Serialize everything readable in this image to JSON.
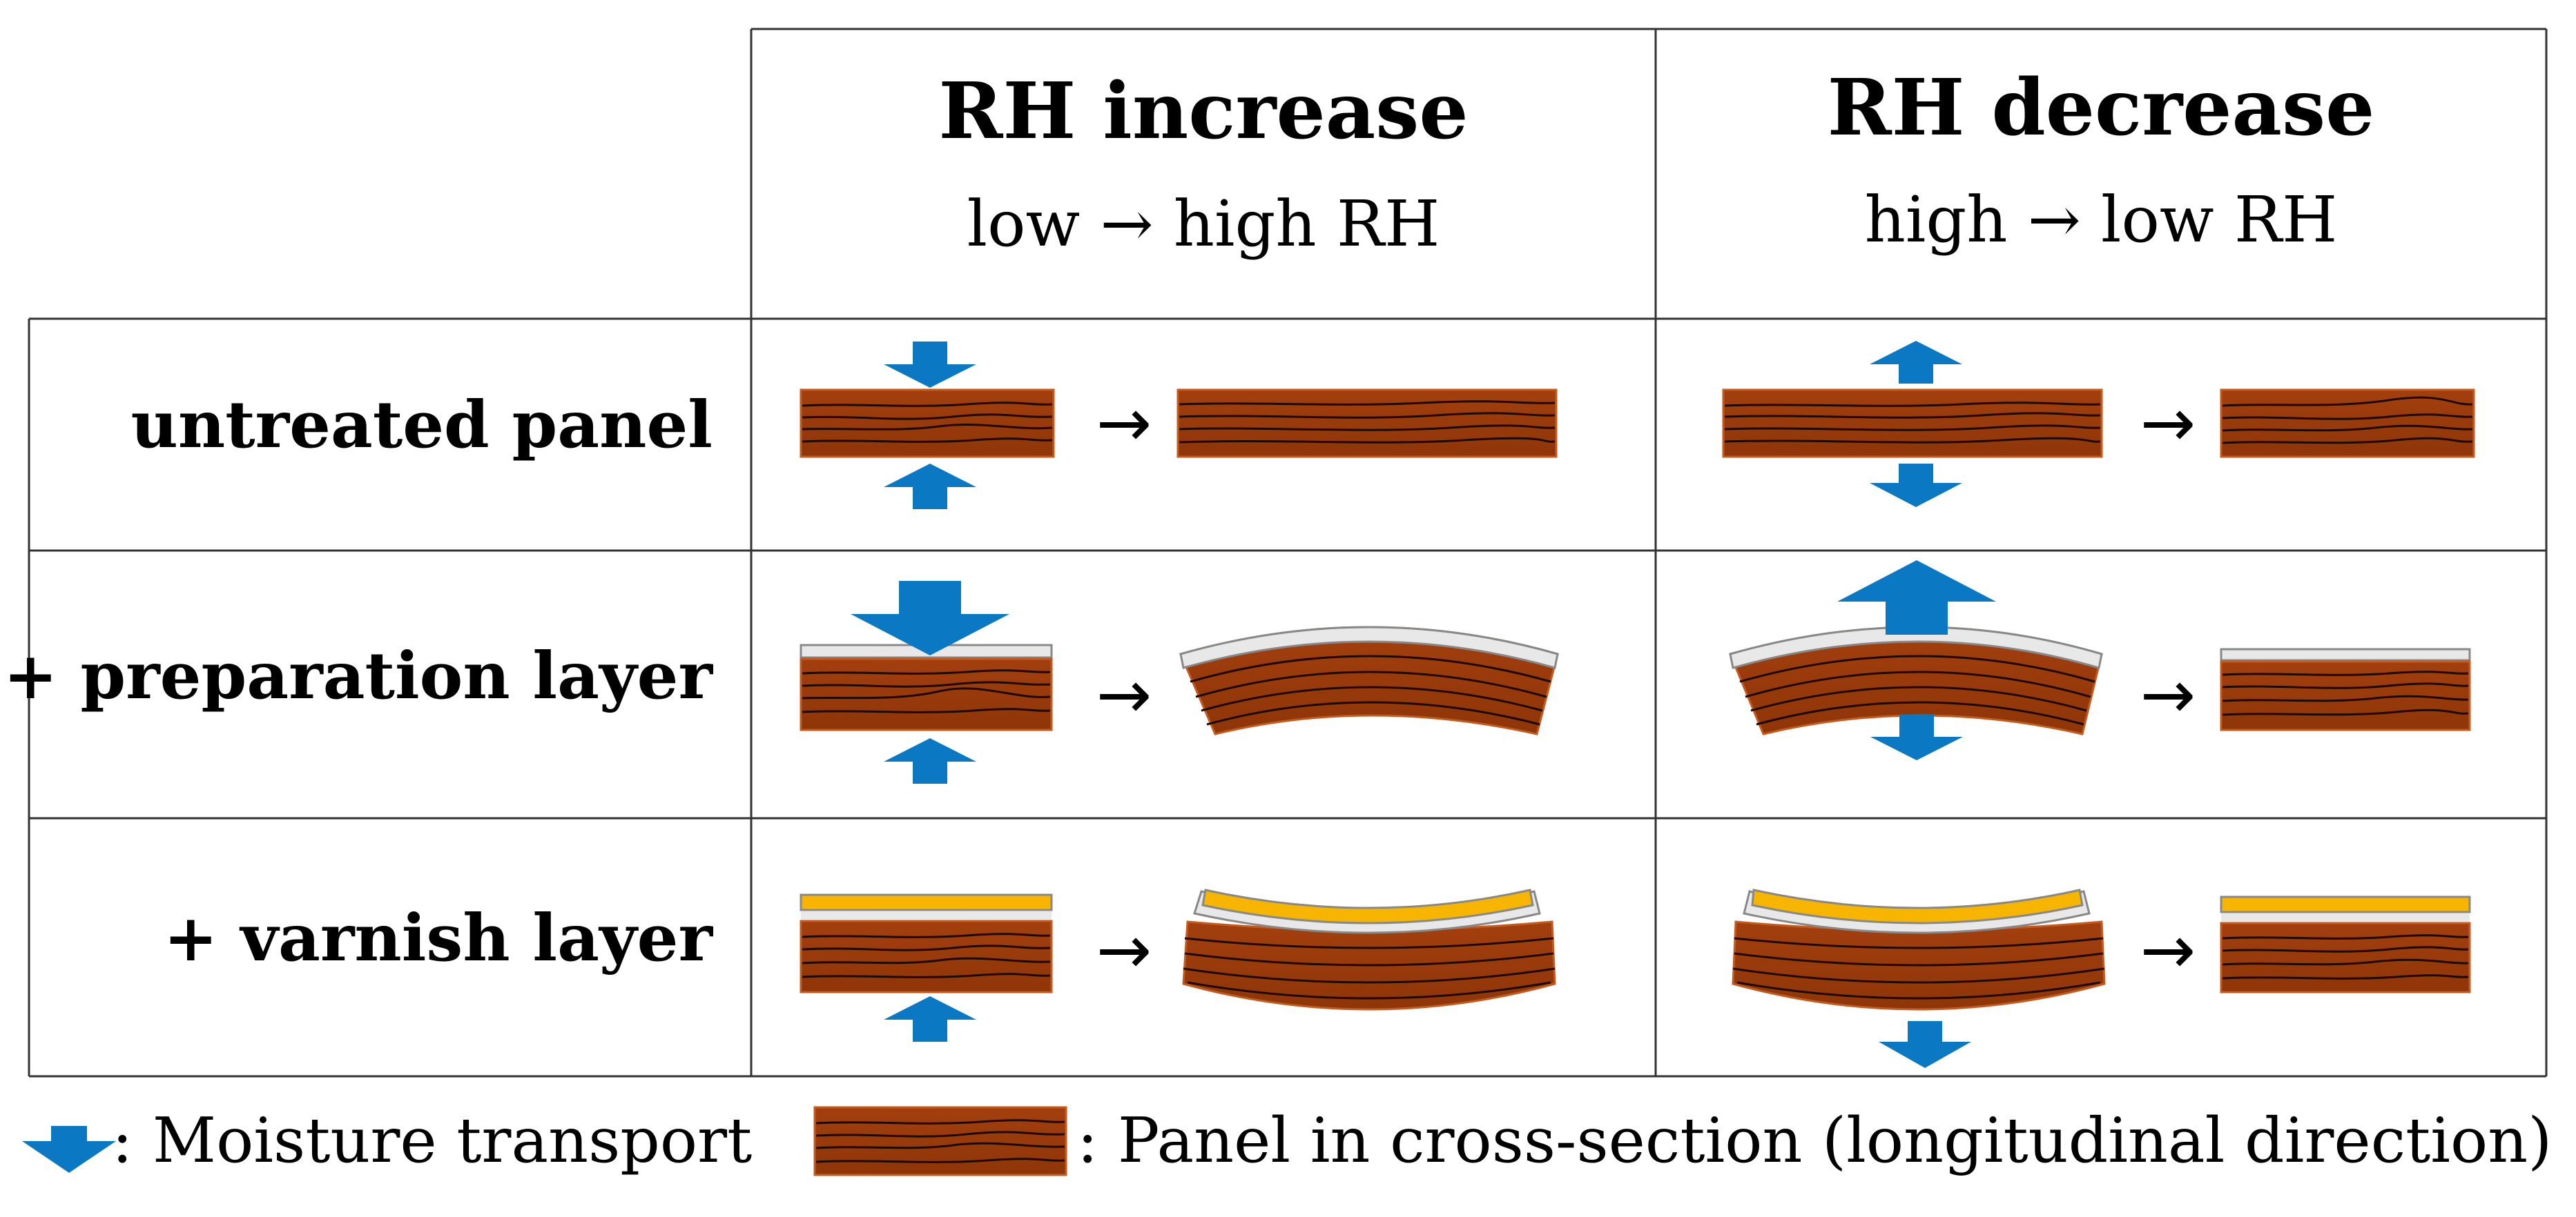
{
  "columns": [
    {
      "title": "RH increase",
      "subtitle": "low → high RH"
    },
    {
      "title": "RH decrease",
      "subtitle": "high → low RH"
    }
  ],
  "rows": [
    {
      "label": "untreated panel"
    },
    {
      "label": "+ preparation layer"
    },
    {
      "label": "+ varnish layer"
    }
  ],
  "step_arrow": "→",
  "legend": {
    "moisture": ": Moisture transport",
    "panel": ": Panel in cross-section (longitudinal direction)"
  },
  "colors": {
    "wood": "#9b3b0b",
    "wood_edge": "#c45a1e",
    "grain": "#1a0a00",
    "moisture_arrow": "#0a78c2",
    "preparation_layer": "#e8e8e8",
    "varnish_layer": "#f7b500",
    "grid": "#333333"
  }
}
